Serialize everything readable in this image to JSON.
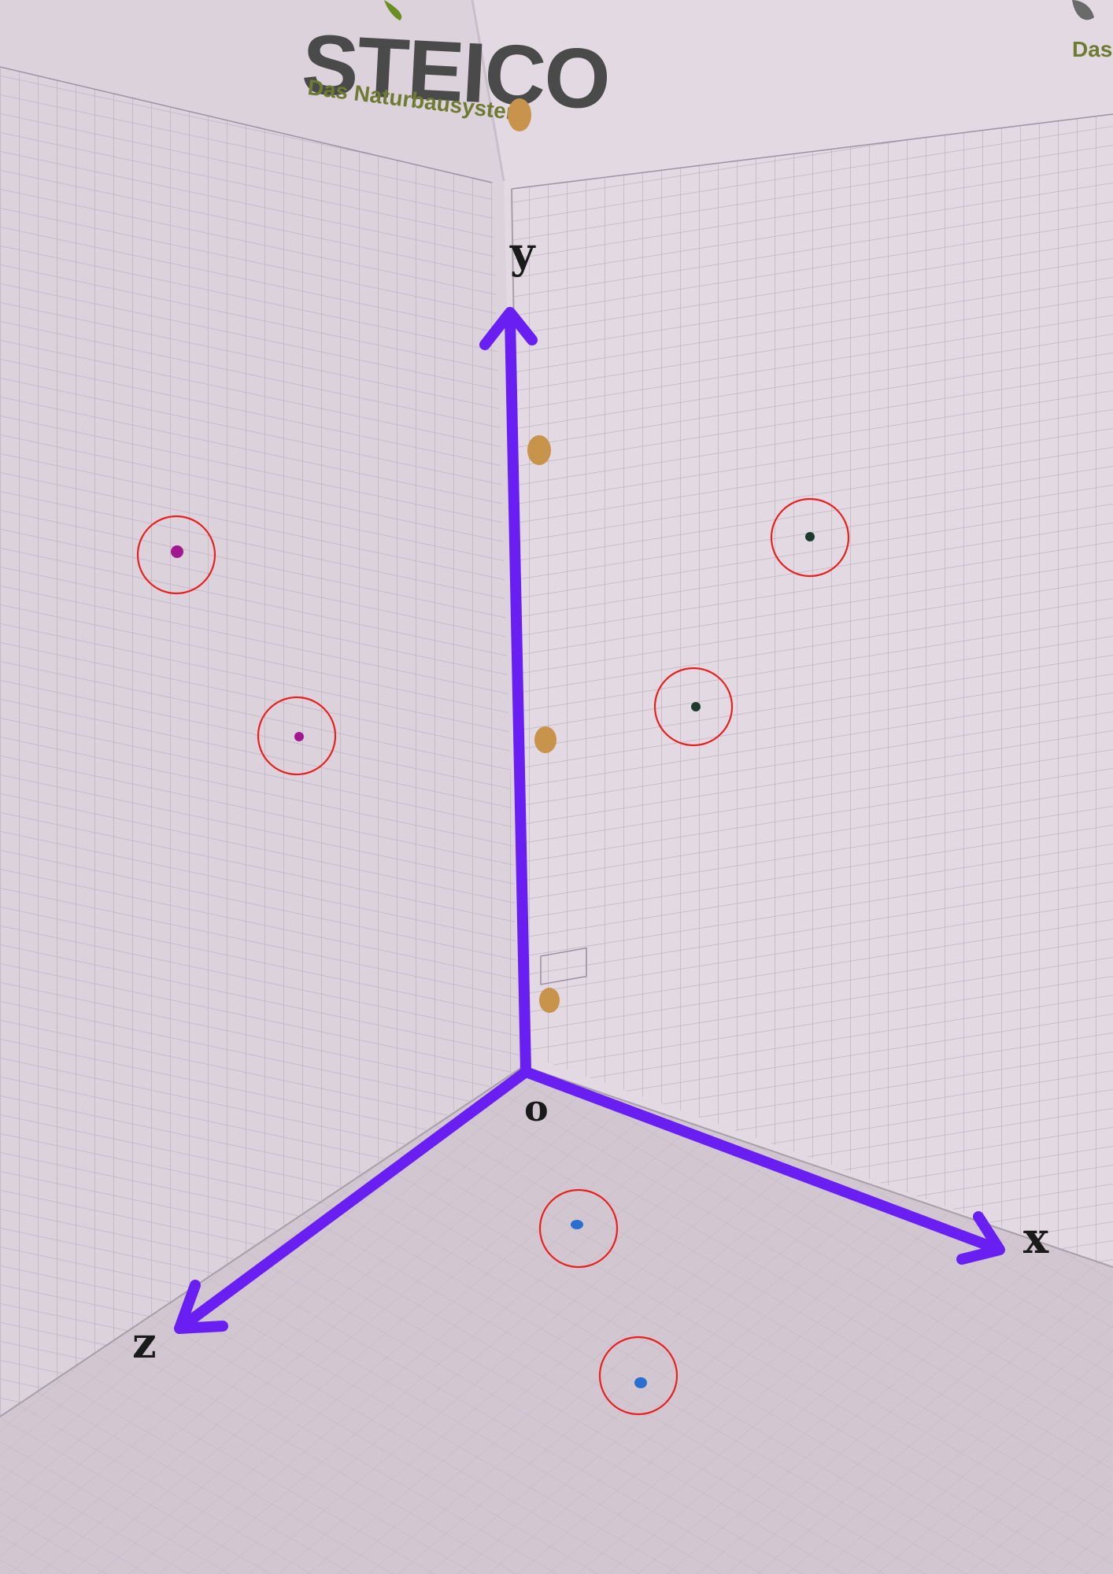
{
  "branding": {
    "logo_text": "STEICO",
    "tagline": "Das Naturbausystem",
    "tagline_partial": "Das"
  },
  "axes": {
    "x_label": "x",
    "y_label": "y",
    "z_label": "z",
    "origin_label": "o",
    "color": "#6a1ff2"
  },
  "markers": {
    "highlight_color": "#e8211f",
    "left_wall_dot_color": "#a0178f",
    "right_wall_dot_color": "#1c3a2e",
    "floor_dot_color": "#2a6fd0",
    "peg_color": "#c8934a"
  }
}
